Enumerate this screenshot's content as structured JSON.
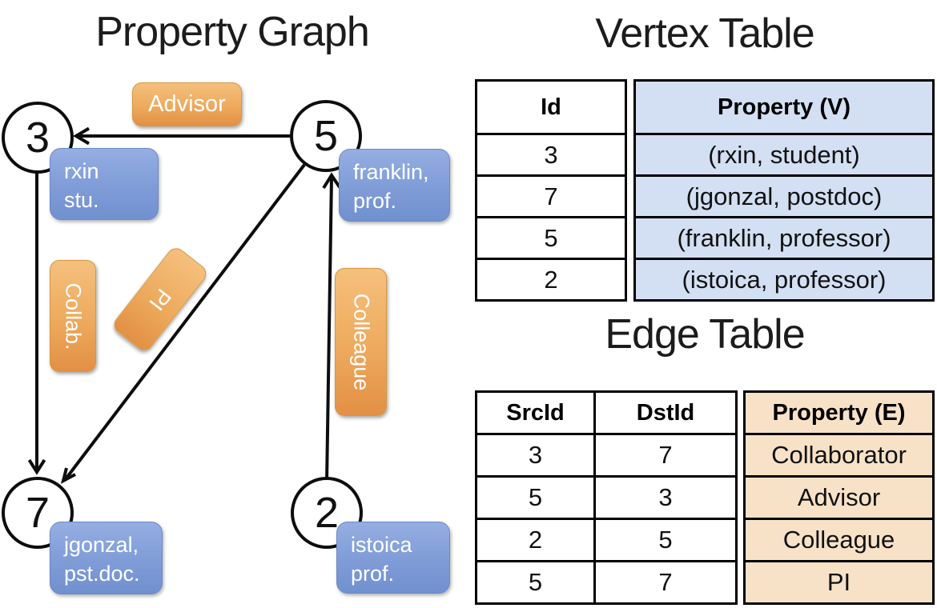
{
  "graph": {
    "title": "Property Graph",
    "nodes": [
      {
        "id": "3",
        "lines": [
          "rxin",
          "stu."
        ]
      },
      {
        "id": "5",
        "lines": [
          "franklin,",
          "prof."
        ]
      },
      {
        "id": "7",
        "lines": [
          "jgonzal,",
          "pst.doc."
        ]
      },
      {
        "id": "2",
        "lines": [
          "istoica",
          "prof."
        ]
      }
    ],
    "edges": [
      {
        "from": "5",
        "to": "3",
        "label": "Advisor"
      },
      {
        "from": "3",
        "to": "7",
        "label": "Collab."
      },
      {
        "from": "5",
        "to": "7",
        "label": "PI"
      },
      {
        "from": "2",
        "to": "5",
        "label": "Colleague"
      }
    ],
    "edge_labels": [
      {
        "label": "Advisor"
      },
      {
        "label": "Collab."
      },
      {
        "label": "PI"
      },
      {
        "label": "Colleague"
      }
    ]
  },
  "vertex_table": {
    "title": "Vertex Table",
    "columns": [
      "Id",
      "Property (V)"
    ],
    "rows": [
      [
        "3",
        "(rxin, student)"
      ],
      [
        "7",
        "(jgonzal, postdoc)"
      ],
      [
        "5",
        "(franklin, professor)"
      ],
      [
        "2",
        "(istoica, professor)"
      ]
    ]
  },
  "edge_table": {
    "title": "Edge Table",
    "columns": [
      "SrcId",
      "DstId",
      "Property (E)"
    ],
    "rows": [
      [
        "3",
        "7",
        "Collaborator"
      ],
      [
        "5",
        "3",
        "Advisor"
      ],
      [
        "2",
        "5",
        "Colleague"
      ],
      [
        "5",
        "7",
        "PI"
      ]
    ]
  },
  "colors": {
    "edge_label_orange": "#edaa5d",
    "node_property_blue": "#7f9cd7",
    "vertex_property_bg": "#d3dff2",
    "edge_property_bg": "#f7e2c7",
    "line_black": "#000000"
  }
}
